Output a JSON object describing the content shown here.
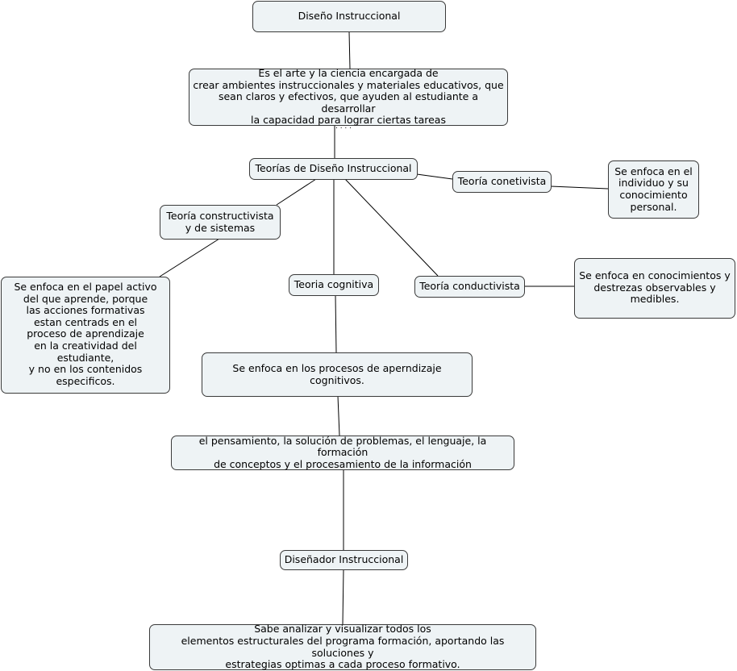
{
  "nodes": {
    "diseno": "Diseño Instruccional",
    "definicion": "Es el arte y la ciencia encargada de\ncrear ambientes instruccionales y materiales educativos, que\nsean claros y efectivos, que ayuden al estudiante a desarrollar\nla capacidad para lograr ciertas tareas",
    "teorias": "Teorías de Diseño Instruccional",
    "conetivista": "Teoría conetivista",
    "conetivista_desc": "Se enfoca en el\nindividuo y su\nconocimiento\npersonal.",
    "constructivista": "Teoría constructivista\ny de sistemas",
    "constructivista_desc": "Se enfoca en el papel activo\ndel que aprende, porque\nlas acciones formativas\nestan centrads en el\nproceso de aprendizaje\nen la creatividad del estudiante,\ny no en los contenidos\nespecificos.",
    "cognitiva": "Teoria cognitiva",
    "conductivista": "Teoría conductivista",
    "conductivista_desc": "Se enfoca en conocimientos y\ndestrezas observables y\nmedibles.",
    "cognitiva_desc": "Se enfoca en los procesos de aperndizaje cognitivos.",
    "procesos": "el pensamiento, la solución de problemas, el lenguaje, la formación\nde conceptos y el procesamiento de la información",
    "disenador": "Diseñador Instruccional",
    "disenador_desc": "Sabe analizar y visualizar todos los\nelementos estructurales del programa formación, aportando las soluciones y\nestrategias optimas a cada proceso formativo."
  }
}
